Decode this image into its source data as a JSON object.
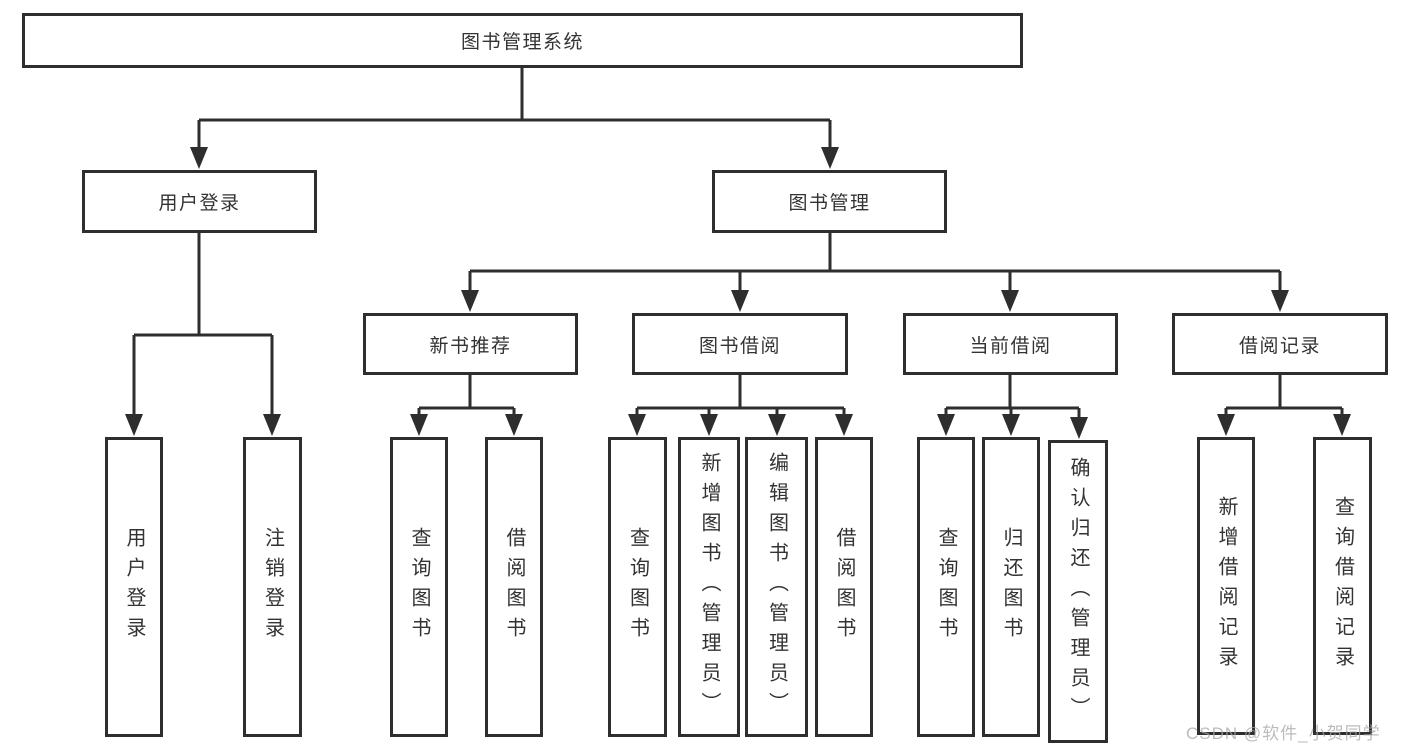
{
  "diagram": {
    "title": "图书管理系统",
    "tree": {
      "root": {
        "label": "图书管理系统",
        "children": [
          {
            "label": "用户登录",
            "children": [
              {
                "label": "用户登录"
              },
              {
                "label": "注销登录"
              }
            ]
          },
          {
            "label": "图书管理",
            "children": [
              {
                "label": "新书推荐",
                "children": [
                  {
                    "label": "查询图书"
                  },
                  {
                    "label": "借阅图书"
                  }
                ]
              },
              {
                "label": "图书借阅",
                "children": [
                  {
                    "label": "查询图书"
                  },
                  {
                    "label": "新增图书（管理员）"
                  },
                  {
                    "label": "编辑图书（管理员）"
                  },
                  {
                    "label": "借阅图书"
                  }
                ]
              },
              {
                "label": "当前借阅",
                "children": [
                  {
                    "label": "查询图书"
                  },
                  {
                    "label": "归还图书"
                  },
                  {
                    "label": "确认归还（管理员）"
                  }
                ]
              },
              {
                "label": "借阅记录",
                "children": [
                  {
                    "label": "新增借阅记录"
                  },
                  {
                    "label": "查询借阅记录"
                  }
                ]
              }
            ]
          }
        ]
      }
    },
    "colors": {
      "line": "#2e2e2e",
      "text": "#333333",
      "background": "#ffffff",
      "watermark": "#a5a5a5"
    },
    "watermark": {
      "text": "CSDN @软件_小贺同学"
    }
  }
}
